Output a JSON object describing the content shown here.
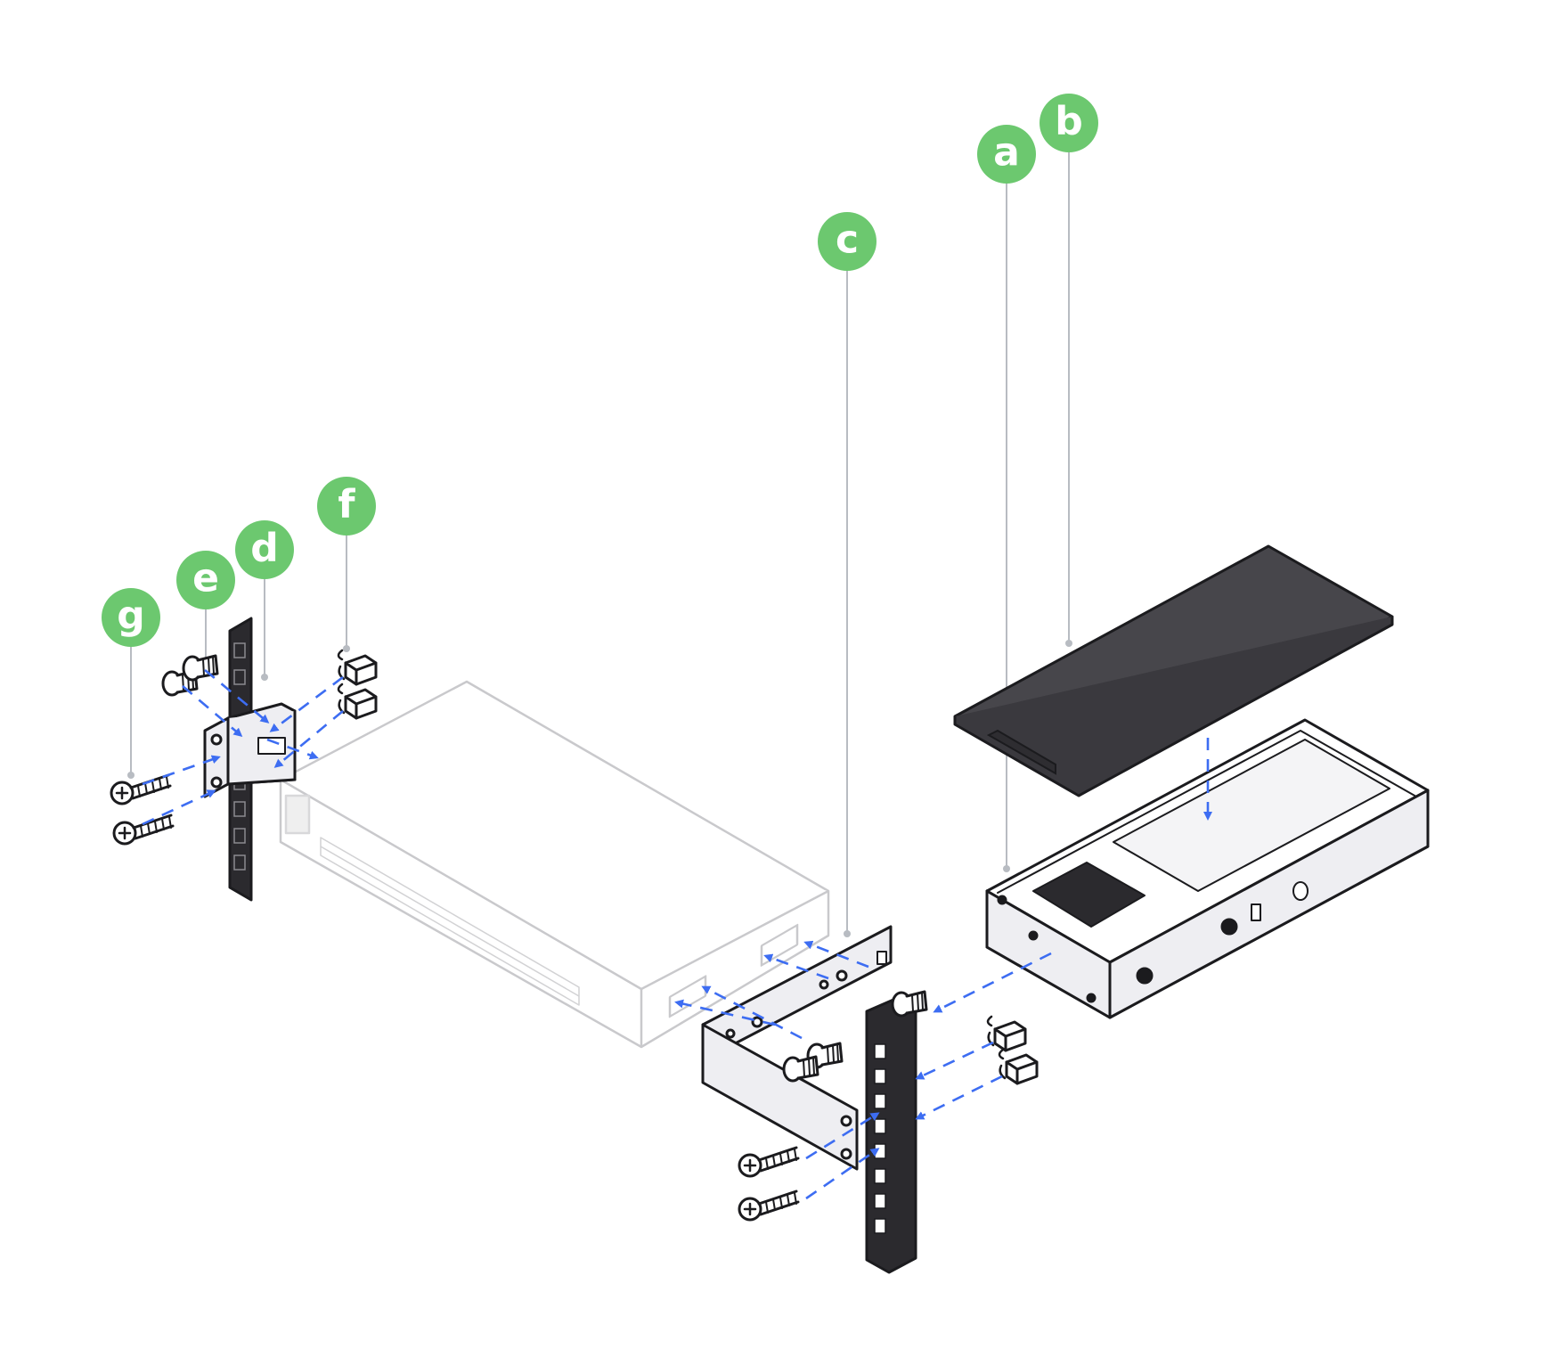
{
  "labels": {
    "a": "a",
    "b": "b",
    "c": "c",
    "d": "d",
    "e": "e",
    "f": "f",
    "g": "g"
  },
  "colors": {
    "label_badge": "#6cc86f",
    "arrow": "#3d6df2",
    "panel_dark": "#47464b",
    "outline": "#1b1b1e",
    "metal": "#eeeef2",
    "switch_outline": "#c9c9cc",
    "leader": "#b8bcc2"
  },
  "icons": [
    "screw-icon",
    "cage-nut-icon",
    "rack-rail-icon",
    "bracket-icon",
    "arrow-icon"
  ]
}
